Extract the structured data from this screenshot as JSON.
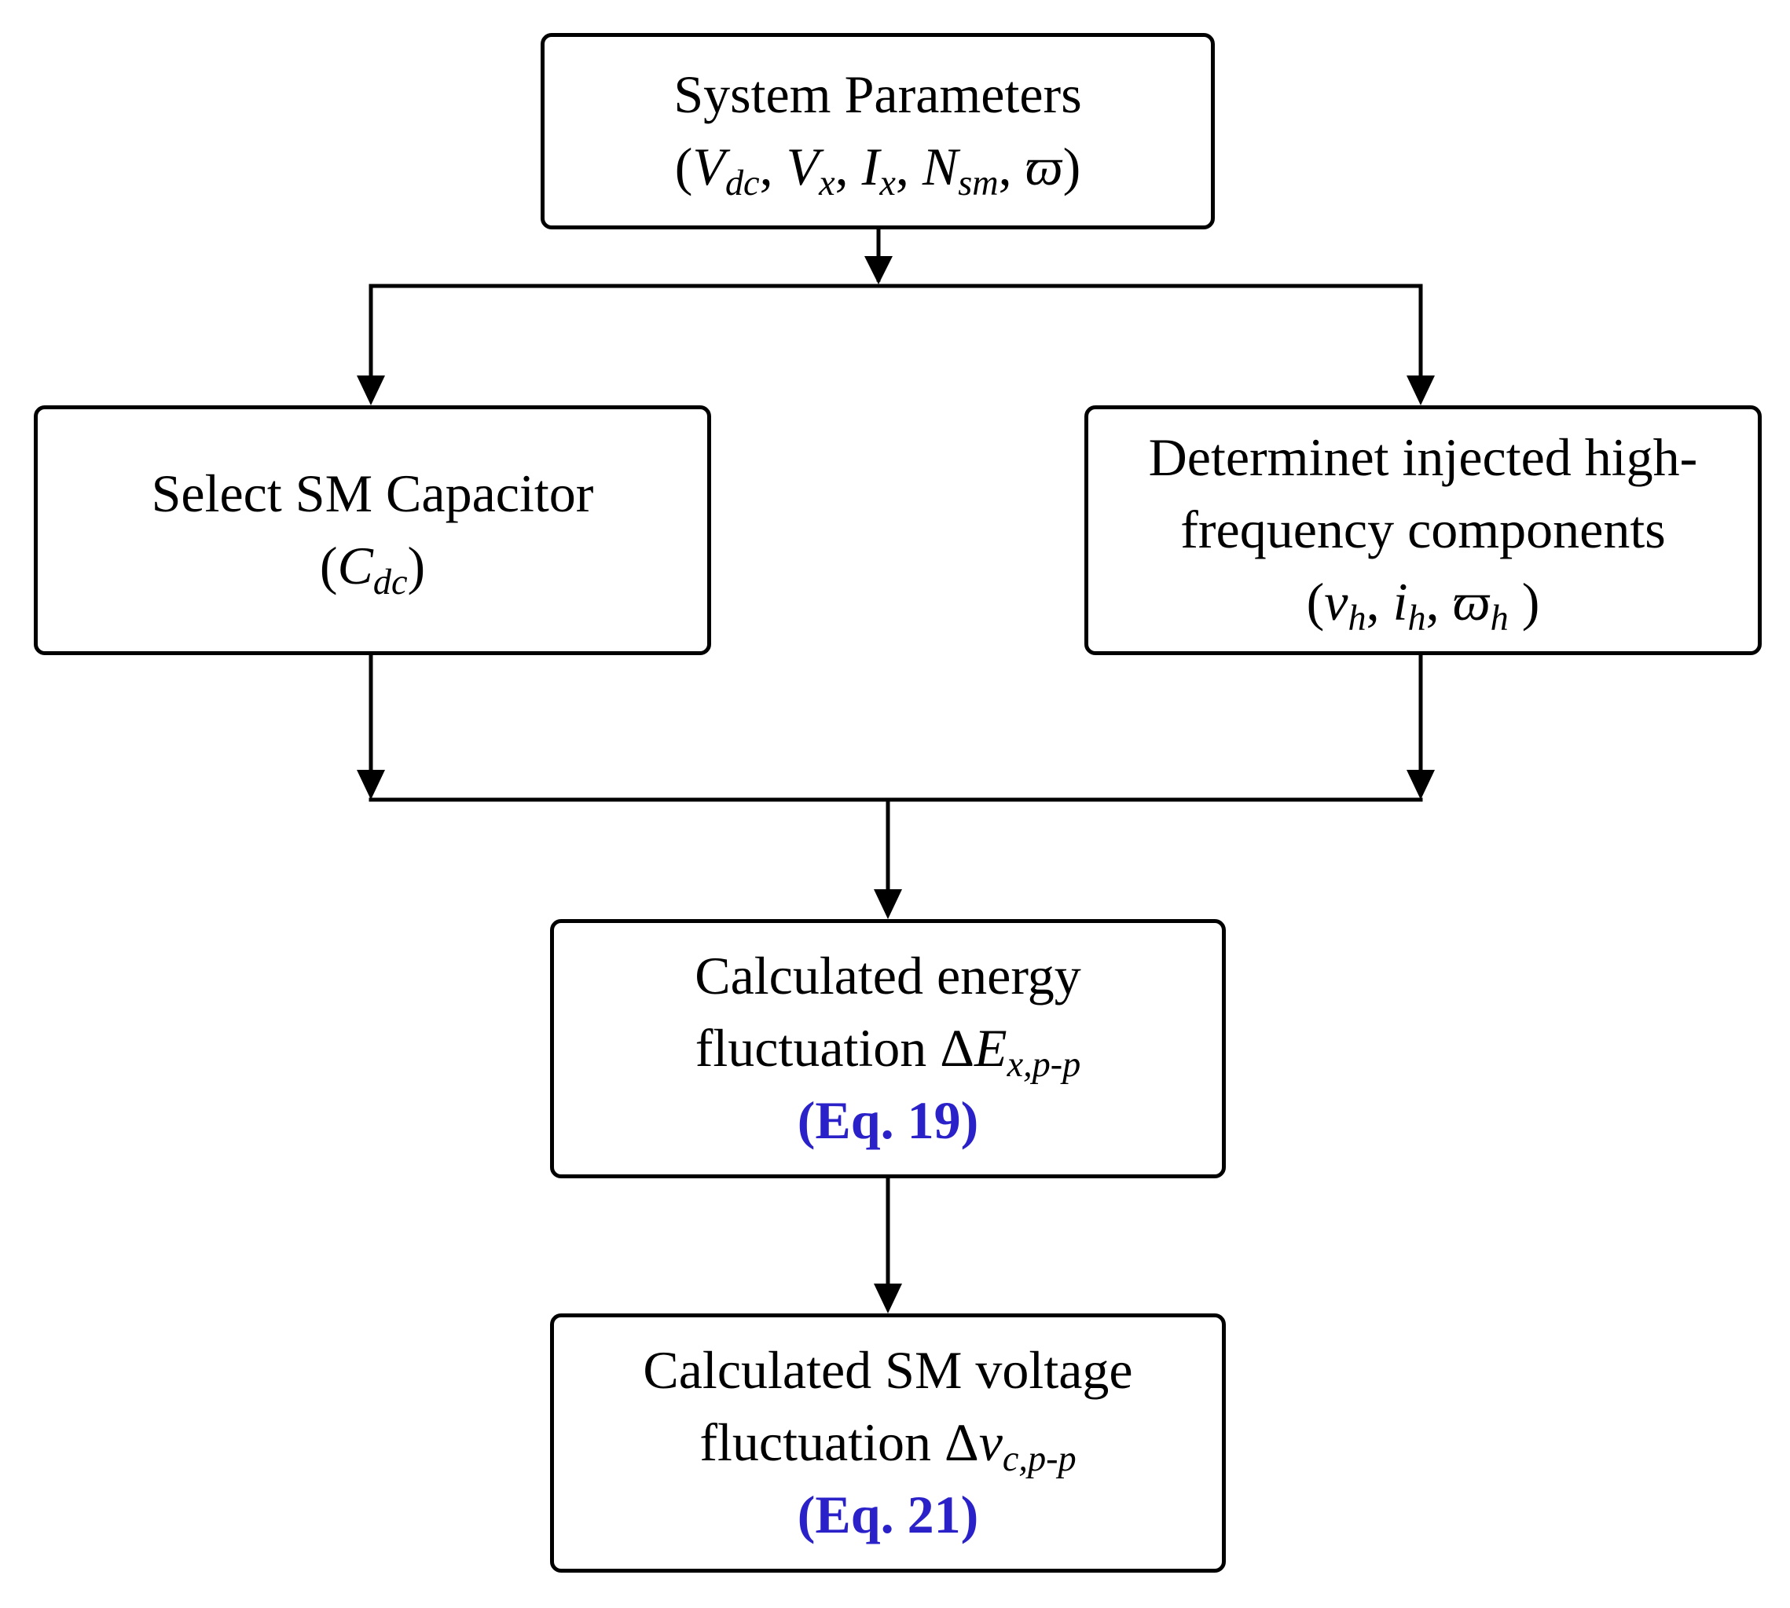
{
  "nodes": {
    "system_parameters": {
      "title": "System Parameters",
      "params": {
        "open": "(",
        "v_dc_base": "V",
        "v_dc_sub": "dc",
        "sep1": ", ",
        "v_x_base": "V",
        "v_x_sub": "x",
        "sep2": ", ",
        "i_x_base": "I",
        "i_x_sub": "x",
        "sep3": ", ",
        "n_sm_base": "N",
        "n_sm_sub": "sm",
        "sep4": ", ",
        "omega": "ϖ",
        "close": ")"
      }
    },
    "select_capacitor": {
      "title": "Select SM Capacitor",
      "params": {
        "open": "(",
        "c_dc_base": "C",
        "c_dc_sub": "dc",
        "close": ")"
      }
    },
    "high_frequency": {
      "line1": "Determinet injected high-",
      "line2": "frequency components",
      "params": {
        "open": "(",
        "v_h_base": "v",
        "v_h_sub": "h",
        "sep1": ", ",
        "i_h_base": "i",
        "i_h_sub": "h",
        "sep2": ", ",
        "omega_h_base": "ϖ",
        "omega_h_sub": "h",
        "close": " )"
      }
    },
    "energy_fluctuation": {
      "line1": "Calculated energy",
      "line2_text": "fluctuation Δ",
      "line2_base": "E",
      "line2_sub": "x,p-p",
      "eq_ref": "(Eq. 19)"
    },
    "voltage_fluctuation": {
      "line1": "Calculated SM voltage",
      "line2_text": "fluctuation Δ",
      "line2_base": "v",
      "line2_sub": "c,p-p",
      "eq_ref": "(Eq. 21)"
    }
  },
  "colors": {
    "stroke": "#000000",
    "eq_ref": "#2a22c8",
    "background": "#ffffff"
  }
}
